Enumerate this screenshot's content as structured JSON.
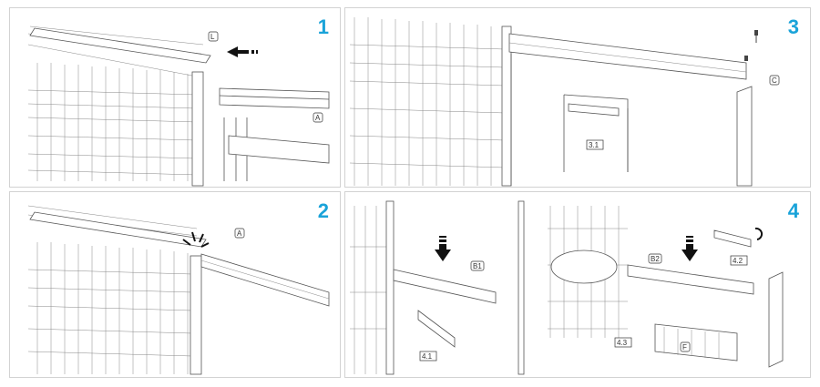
{
  "steps": [
    {
      "number": "1",
      "callouts": [
        "L",
        "A"
      ]
    },
    {
      "number": "2",
      "callouts": [
        "A"
      ]
    },
    {
      "number": "3",
      "callouts": [
        "C"
      ],
      "detail": "3.1"
    },
    {
      "number": "4",
      "callouts": [
        "B1",
        "B2",
        "F"
      ],
      "details": [
        "4.1",
        "4.2",
        "4.3"
      ]
    }
  ],
  "colors": {
    "step_number": "#1aa3d9",
    "line": "#555555",
    "border": "#d2d2d2"
  }
}
